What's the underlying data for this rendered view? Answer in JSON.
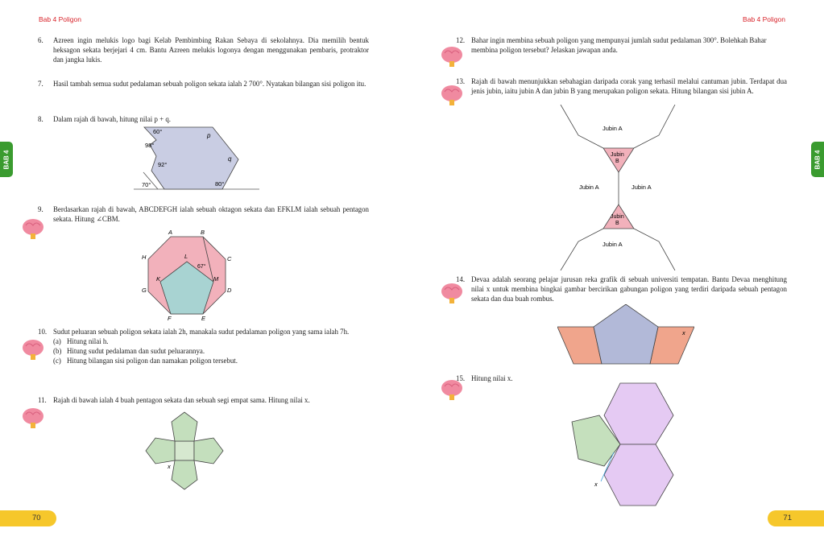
{
  "left_page": {
    "header": {
      "bab": "Bab 4",
      "title": "Poligon"
    },
    "side_tab": "BAB 4",
    "page_number": "70",
    "q6": {
      "num": "6.",
      "text": "Azreen ingin melukis logo bagi Kelab Pembimbing Rakan Sebaya di sekolahnya. Dia memilih bentuk heksagon sekata berjejari 4 cm. Bantu Azreen melukis logonya dengan menggunakan pembaris, protraktor dan jangka lukis."
    },
    "q7": {
      "num": "7.",
      "text": "Hasil tambah semua sudut pedalaman sebuah poligon sekata ialah 2 700°. Nyatakan bilangan sisi poligon itu."
    },
    "q8": {
      "num": "8.",
      "text": "Dalam rajah di bawah, hitung nilai p + q.",
      "labels": {
        "a60": "60°",
        "a98": "98°",
        "a92": "92°",
        "a70": "70°",
        "a80": "80°",
        "p": "p",
        "q": "q"
      }
    },
    "q9": {
      "num": "9.",
      "text": "Berdasarkan rajah di bawah, ABCDEFGH ialah sebuah oktagon sekata dan EFKLM ialah sebuah pentagon sekata. Hitung ∠CBM.",
      "labels": {
        "A": "A",
        "B": "B",
        "C": "C",
        "D": "D",
        "E": "E",
        "F": "F",
        "G": "G",
        "H": "H",
        "K": "K",
        "L": "L",
        "M": "M",
        "angle": "67°"
      }
    },
    "q10": {
      "num": "10.",
      "text": "Sudut peluaran sebuah poligon sekata ialah 2h, manakala sudut pedalaman poligon yang sama ialah 7h.",
      "a_lbl": "(a)",
      "a": "Hitung nilai h.",
      "b_lbl": "(b)",
      "b": "Hitung sudut pedalaman dan sudut peluarannya.",
      "c_lbl": "(c)",
      "c": "Hitung bilangan sisi poligon dan namakan poligon tersebut."
    },
    "q11": {
      "num": "11.",
      "text": "Rajah di bawah ialah 4 buah pentagon sekata dan sebuah segi empat sama. Hitung nilai x.",
      "x": "x"
    }
  },
  "right_page": {
    "header": {
      "bab": "Bab 4",
      "title": "Poligon"
    },
    "side_tab": "BAB 4",
    "page_number": "71",
    "q12": {
      "num": "12.",
      "text": "Bahar ingin membina sebuah poligon yang mempunyai jumlah sudut pedalaman 300°. Bolehkah Bahar membina poligon tersebut? Jelaskan jawapan anda."
    },
    "q13": {
      "num": "13.",
      "text": "Rajah di bawah menunjukkan sebahagian daripada corak yang terhasil melalui cantuman jubin. Terdapat dua jenis jubin, iaitu jubin A dan jubin B yang merupakan poligon sekata. Hitung bilangan sisi jubin A.",
      "labels": {
        "jubinA": "Jubin A",
        "jubinB1": "Jubin",
        "jubinB2": "B"
      }
    },
    "q14": {
      "num": "14.",
      "text": "Devaa adalah seorang pelajar jurusan reka grafik di sebuah universiti tempatan. Bantu Devaa menghitung nilai x untuk membina bingkai gambar bercirikan gabungan poligon yang terdiri daripada sebuah pentagon sekata dan dua buah rombus.",
      "x": "x"
    },
    "q15": {
      "num": "15.",
      "text": "Hitung nilai x.",
      "x": "x"
    }
  },
  "colors": {
    "accent_red": "#d8232a",
    "tab_green": "#3a9b2f",
    "footer_yellow": "#f6c72b"
  }
}
